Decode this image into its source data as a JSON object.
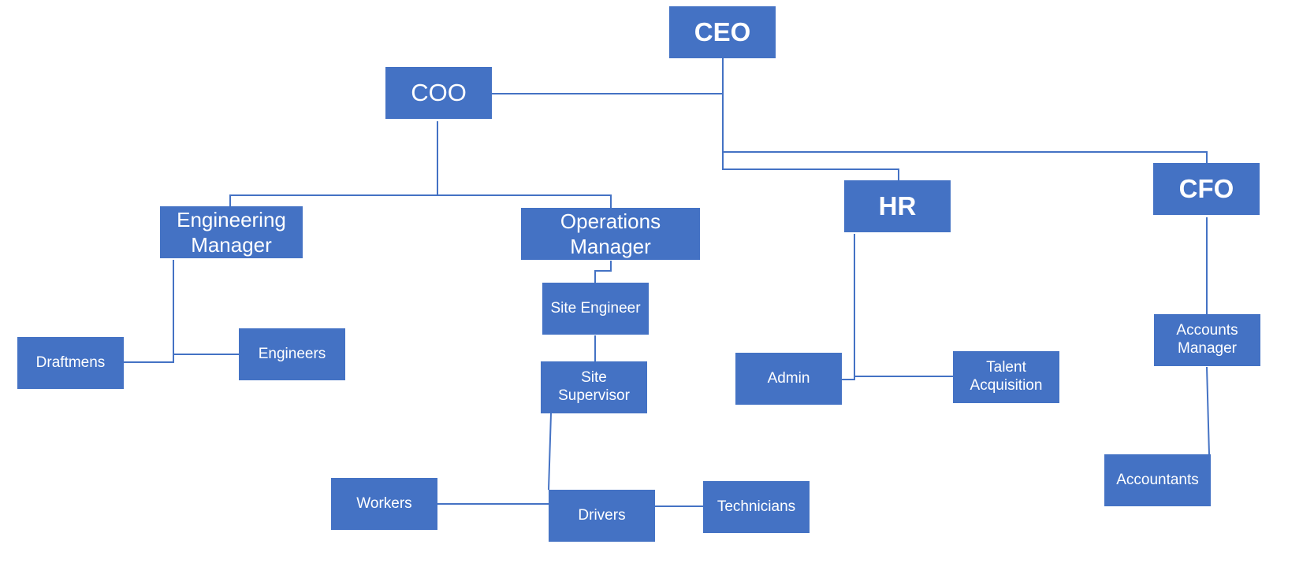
{
  "colors": {
    "box_fill": "#4472c4",
    "connector": "#4472c4",
    "text": "#ffffff",
    "background": "#ffffff"
  },
  "nodes": {
    "ceo": "CEO",
    "coo": "COO",
    "hr": "HR",
    "cfo": "CFO",
    "engineering_manager": "Engineering\nManager",
    "operations_manager": "Operations\nManager",
    "site_engineer": "Site Engineer",
    "site_supervisor": "Site\nSupervisor",
    "draftmens": "Draftmens",
    "engineers": "Engineers",
    "workers": "Workers",
    "drivers": "Drivers",
    "technicians": "Technicians",
    "admin": "Admin",
    "talent_acquisition": "Talent\nAcquisition",
    "accounts_manager": "Accounts\nManager",
    "accountants": "Accountants"
  }
}
